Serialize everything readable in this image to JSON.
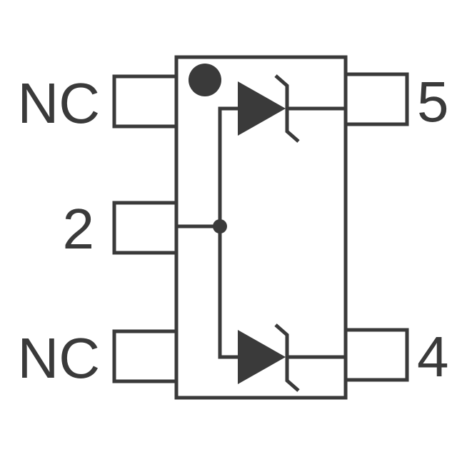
{
  "colors": {
    "stroke": "#3a3a3a",
    "fill": "#3a3a3a",
    "background": "#ffffff"
  },
  "pins": {
    "left_top": {
      "label": "NC"
    },
    "left_mid": {
      "label": "2"
    },
    "left_bottom": {
      "label": "NC"
    },
    "right_top": {
      "label": "5"
    },
    "right_bottom": {
      "label": "4"
    }
  },
  "components": {
    "pin1_marker": "pin-1-indicator-dot",
    "diodes": [
      "zener-diode-top",
      "zener-diode-bottom"
    ],
    "junction": "junction-dot"
  }
}
